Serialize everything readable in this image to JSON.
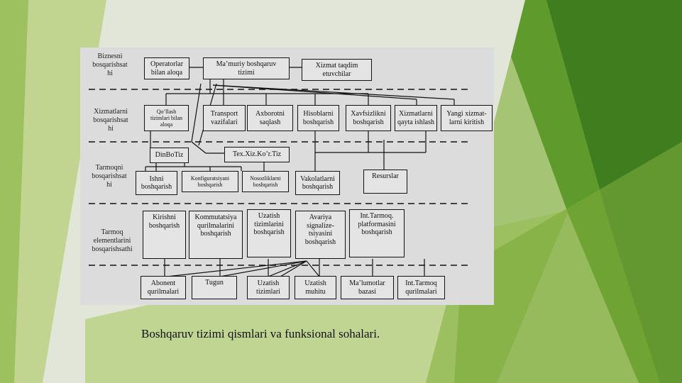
{
  "levels": {
    "business": "Biznesni\nbosqarishsat\nhi",
    "service": "Xizmatlarni\nbosqarishsat\nhi",
    "network": "Tarmoqni\nbosqarishsat\nhi",
    "element": "Tarmoq\nelementlarini\nbosqarishsathi"
  },
  "boxes": {
    "operators": "Operatorlar\nbilan aloqa",
    "admin": "Ma’muriy boshqaruv\ntizimi",
    "providers": "Xizmat taqdim\netuvchilar",
    "used_systems": "Qo’llash\ntizimlari bilan\naloqa",
    "transport": "Transport\nvazifalari",
    "info_storage": "Axborotni\nsaqlash",
    "accounts": "Hisoblarni\nboshqarish",
    "security": "Xavfsizlikni\nboshqarish",
    "services_restore": "Xizmatlarni\nqayta ishlash",
    "new_service": "Yangi xizmat-\nlarni kiritish",
    "dinbotiz": "DinBoTiz",
    "texxiz": "Tex.Xiz.Ko’r.Tiz",
    "work_mgmt": "Ishni\nboshqarish",
    "config_mgmt": "Konfiguratsiyani\nboshqarish",
    "fault_mgmt": "Nosozliklarni\nboshqarish",
    "authority_mgmt": "Vakolatlarni\nboshqarish",
    "resources": "Resurslar",
    "access_mgmt": "Kirishni\nboshqarish",
    "switching_mgmt": "Kommutatsiya\nqurilmalarini\nboshqarish",
    "transmission_mgmt": "Uzatish\ntizimlarini\nboshqarish",
    "alarm_mgmt": "Avariya\nsignalize-\ntsiyasini\nboshqarish",
    "platform_mgmt": "Int.Tarmoq.\nplatformasini\nboshqarish",
    "subscriber_dev": "Abonent\nqurilmalari",
    "node": "Tugun",
    "transmission_sys": "Uzatish\ntizimlari",
    "transmission_env": "Uzatish\nmuhitu",
    "database": "Ma’lumotlar\nbazasi",
    "int_devices": "Int.Tarmoq\nqurilmalari"
  },
  "caption": "Boshqaruv tizimi qismlari va funksional sohalari.",
  "colors": {
    "panel": "#dcdcdc",
    "green_light": "#a9c85a",
    "green_dark": "#3f7d1e"
  }
}
